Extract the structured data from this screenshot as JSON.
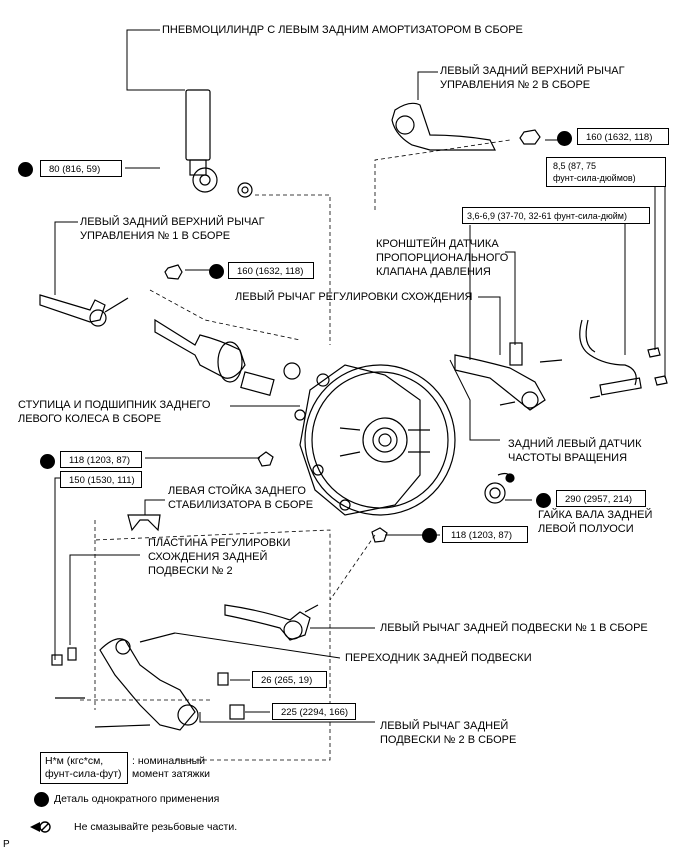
{
  "labels": {
    "pneumo": "ПНЕВМОЦИЛИНДР С ЛЕВЫМ ЗАДНИМ АМОРТИЗАТОРОМ В СБОРЕ",
    "upper_arm_2": "ЛЕВЫЙ ЗАДНИЙ ВЕРХНИЙ РЫЧАГ\nУПРАВЛЕНИЯ № 2 В СБОРЕ",
    "upper_arm_1": "ЛЕВЫЙ ЗАДНИЙ ВЕРХНИЙ РЫЧАГ\nУПРАВЛЕНИЯ № 1 В СБОРЕ",
    "sensor_bracket": "КРОНШТЕЙН ДАТЧИКА\nПРОПОРЦИОНАЛЬНОГО\nКЛАПАНА ДАВЛЕНИЯ",
    "toe_arm": "ЛЕВЫЙ РЫЧАГ РЕГУЛИРОВКИ СХОЖДЕНИЯ",
    "hub": "СТУПИЦА И ПОДШИПНИК ЗАДНЕГО\nЛЕВОГО КОЛЕСА В СБОРЕ",
    "speed_sensor": "ЗАДНИЙ ЛЕВЫЙ ДАТЧИК\nЧАСТОТЫ ВРАЩЕНИЯ",
    "stabilizer_link": "ЛЕВАЯ СТОЙКА ЗАДНЕГО\nСТАБИЛИЗАТОРА В СБОРЕ",
    "axle_nut": "ГАЙКА ВАЛА ЗАДНЕЙ\nЛЕВОЙ ПОЛУОСИ",
    "toe_plate": "ПЛАСТИНА РЕГУЛИРОВКИ\nСХОЖДЕНИЯ ЗАДНЕЙ\nПОДВЕСКИ № 2",
    "lower_arm_1": "ЛЕВЫЙ РЫЧАГ ЗАДНЕЙ ПОДВЕСКИ № 1 В СБОРЕ",
    "adapter": "ПЕРЕХОДНИК ЗАДНЕЙ ПОДВЕСКИ",
    "lower_arm_2": "ЛЕВЫЙ РЫЧАГ ЗАДНЕЙ\nПОДВЕСКИ № 2 В СБОРЕ"
  },
  "torques": {
    "t80": "80 (816, 59)",
    "t160_top": "160 (1632, 118)",
    "t85": "8,5 (87, 75\nфунт-сила-дюймов)",
    "t36": "3,6-6,9 (37-70, 32-61 фунт-сила-дюйм)",
    "t160_mid": "160 (1632, 118)",
    "t118_left": "118 (1203, 87)",
    "t150": "150 (1530, 111)",
    "t290": "290 (2957, 214)",
    "t118_right": "118 (1203, 87)",
    "t26": "26 (265, 19)",
    "t225": "225 (2294, 166)"
  },
  "legend": {
    "unit_box": "Н*м (кгс*см,\nфунт-сила-фут)",
    "unit_desc": ": номинальный\nмомент затяжки",
    "single_use": "Деталь однократного применения",
    "no_lube": "Не смазывайте резьбовые части.",
    "corner_mark": "P"
  }
}
